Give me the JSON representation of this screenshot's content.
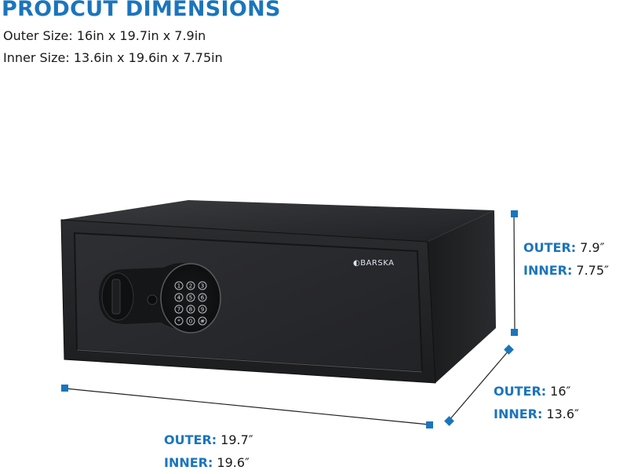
{
  "header": {
    "title": "PRODCUT DIMENSIONS",
    "outer_size": "Outer Size: 16in x 19.7in x 7.9in",
    "inner_size": "Inner Size: 13.6in x 19.6in x 7.75in"
  },
  "product": {
    "brand": "BARSKA",
    "keypad_keys": [
      "1",
      "2",
      "3",
      "4",
      "5",
      "6",
      "7",
      "8",
      "9",
      "*",
      "0",
      "#"
    ]
  },
  "dimensions": {
    "height": {
      "outer_label": "OUTER:",
      "outer_value": "7.9″",
      "inner_label": "INNER:",
      "inner_value": "7.75″"
    },
    "depth": {
      "outer_label": "OUTER:",
      "outer_value": "16″",
      "inner_label": "INNER:",
      "inner_value": "13.6″"
    },
    "width": {
      "outer_label": "OUTER:",
      "outer_value": "19.7″",
      "inner_label": "INNER:",
      "inner_value": "19.6″"
    }
  },
  "colors": {
    "accent": "#1b75bc",
    "safe_body": "#1e1f21",
    "text": "#1a1a1a"
  }
}
